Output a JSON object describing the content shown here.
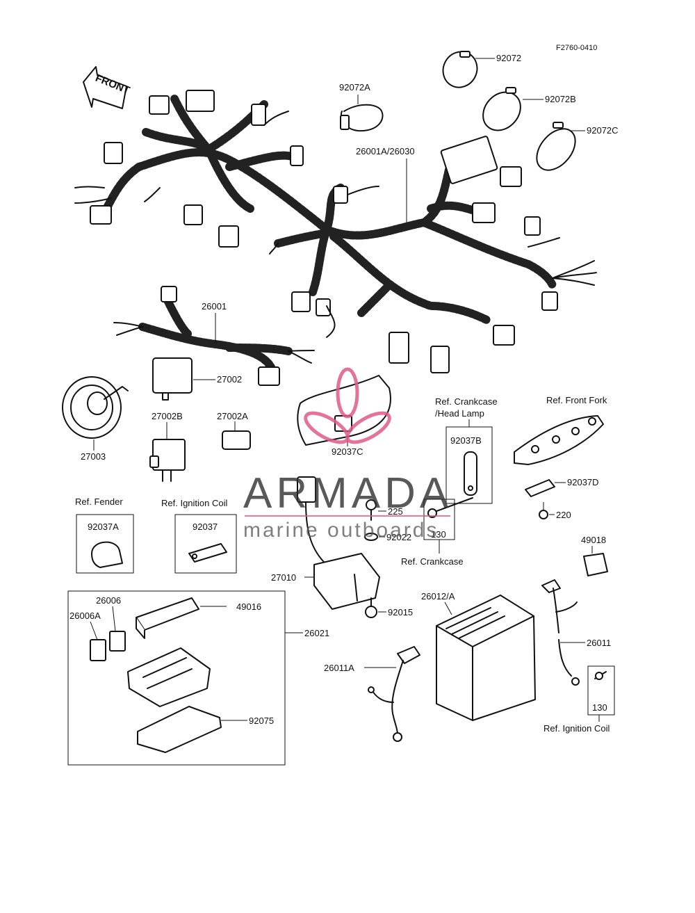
{
  "diagram_code": "F2760-0410",
  "front_sign": "FRONT",
  "watermark": {
    "title": "ARMADA",
    "subtitle": "marine outboards",
    "accent": "#e05a8a"
  },
  "labels": {
    "p92072": "92072",
    "p92072A": "92072A",
    "p92072B": "92072B",
    "p92072C": "92072C",
    "p26001A": "26001A/26030",
    "p26001": "26001",
    "p27002": "27002",
    "p27002A": "27002A",
    "p27002B": "27002B",
    "p27003": "27003",
    "p92037C": "92037C",
    "p92037B": "92037B",
    "p92037D": "92037D",
    "p92037A": "92037A",
    "p92037": "92037",
    "p225": "225",
    "p92022": "92022",
    "p130a": "130",
    "p220": "220",
    "p49018": "49018",
    "p27010": "27010",
    "p92015": "92015",
    "p26006": "26006",
    "p26006A": "26006A",
    "p49016": "49016",
    "p26021": "26021",
    "p92075": "92075",
    "p26012": "26012/A",
    "p26011": "26011",
    "p26011A": "26011A",
    "p130b": "130"
  },
  "refs": {
    "crankcase_head_1": "Ref. Crankcase",
    "crankcase_head_2": "/Head Lamp",
    "front_fork": "Ref. Front Fork",
    "fender": "Ref. Fender",
    "ignition_coil_1": "Ref. Ignition Coil",
    "crankcase": "Ref. Crankcase",
    "ignition_coil_2": "Ref. Ignition Coil"
  }
}
